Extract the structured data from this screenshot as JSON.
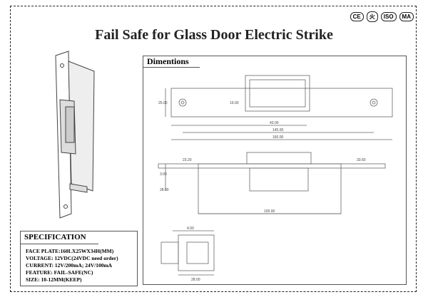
{
  "title": "Fail Safe for Glass Door Electric Strike",
  "certs": [
    "CE",
    "火",
    "ISO",
    "MA"
  ],
  "dimensions_label": "Dimentions",
  "specification": {
    "heading": "SPECIFICATION",
    "lines": [
      "FACE PLATE:160LX25WX34H(MM)",
      "VOLTAGE: 12VDC(24VDC need order)",
      "CURRENT: 12V/200mA; 24V/100mA",
      "FEATURE: FAIL-SAFE(NC)",
      "SIZE: 10-12MM(KEEP)"
    ]
  },
  "measurements": {
    "d1": "25.00",
    "d2": "19.00",
    "d3": "43.00",
    "d4": "145.00",
    "d5": "160.00",
    "d6": "23.20",
    "d7": "33.60",
    "d8": "3.00",
    "d9": "28.00",
    "d10": "100.00",
    "d11": "4.00",
    "d12": "28.00"
  }
}
